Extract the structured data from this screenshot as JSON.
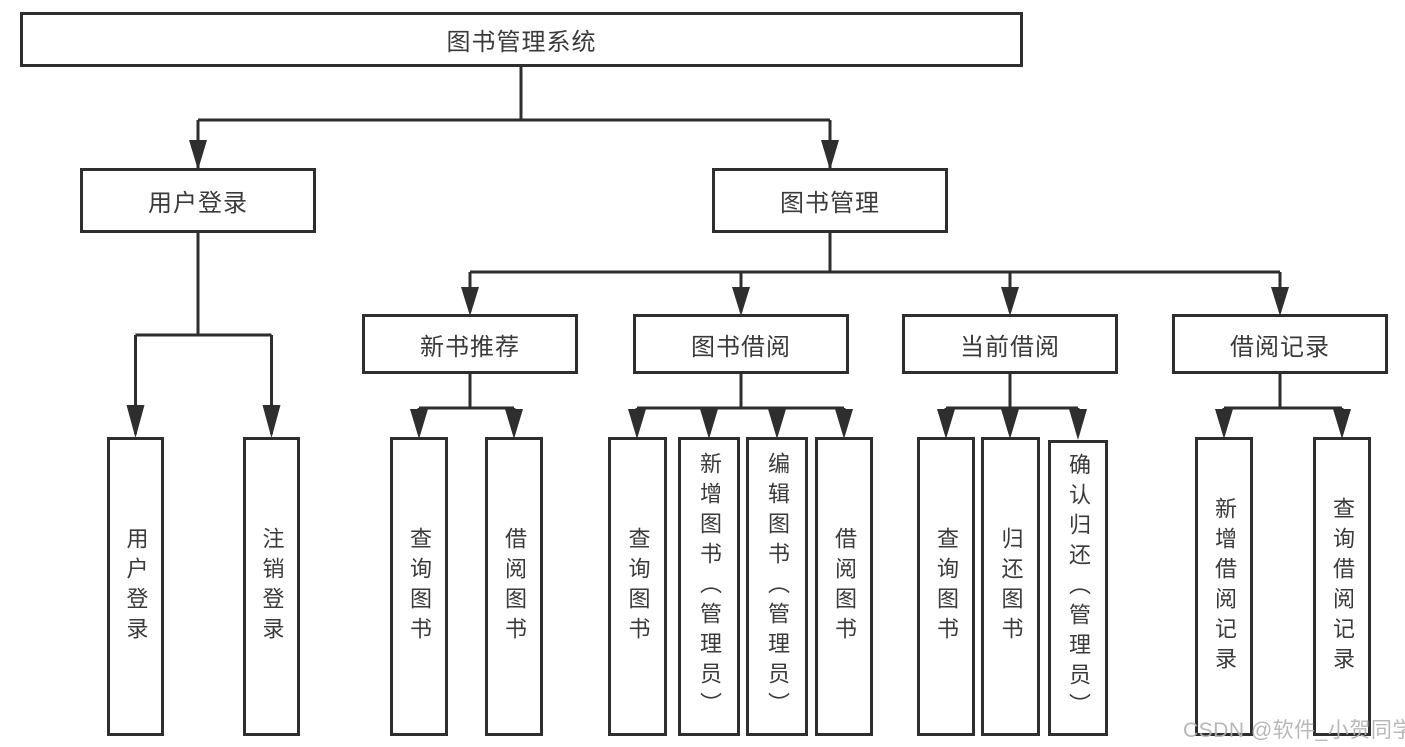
{
  "colors": {
    "line": "#2e2e2e",
    "text": "#3a3a3a",
    "background": "#ffffff",
    "watermark": "#b5b5b5"
  },
  "nodes": {
    "root": "图书管理系统",
    "user_login": "用户登录",
    "book_mgmt": "图书管理",
    "new_book_rec": "新书推荐",
    "book_borrow": "图书借阅",
    "current_borrow": "当前借阅",
    "borrow_record": "借阅记录",
    "leaf_user_login": "用户登录",
    "leaf_logout": "注销登录",
    "leaf_query_book_a": "查询图书",
    "leaf_borrow_book_a": "借阅图书",
    "leaf_query_book_b": "查询图书",
    "leaf_add_book": "新增图书（管理员）",
    "leaf_edit_book": "编辑图书（管理员）",
    "leaf_borrow_book_b": "借阅图书",
    "leaf_query_book_c": "查询图书",
    "leaf_return_book": "归还图书",
    "leaf_confirm_return": "确认归还（管理员）",
    "leaf_add_record": "新增借阅记录",
    "leaf_query_record": "查询借阅记录"
  },
  "watermark": "CSDN @软件_小贺同学"
}
